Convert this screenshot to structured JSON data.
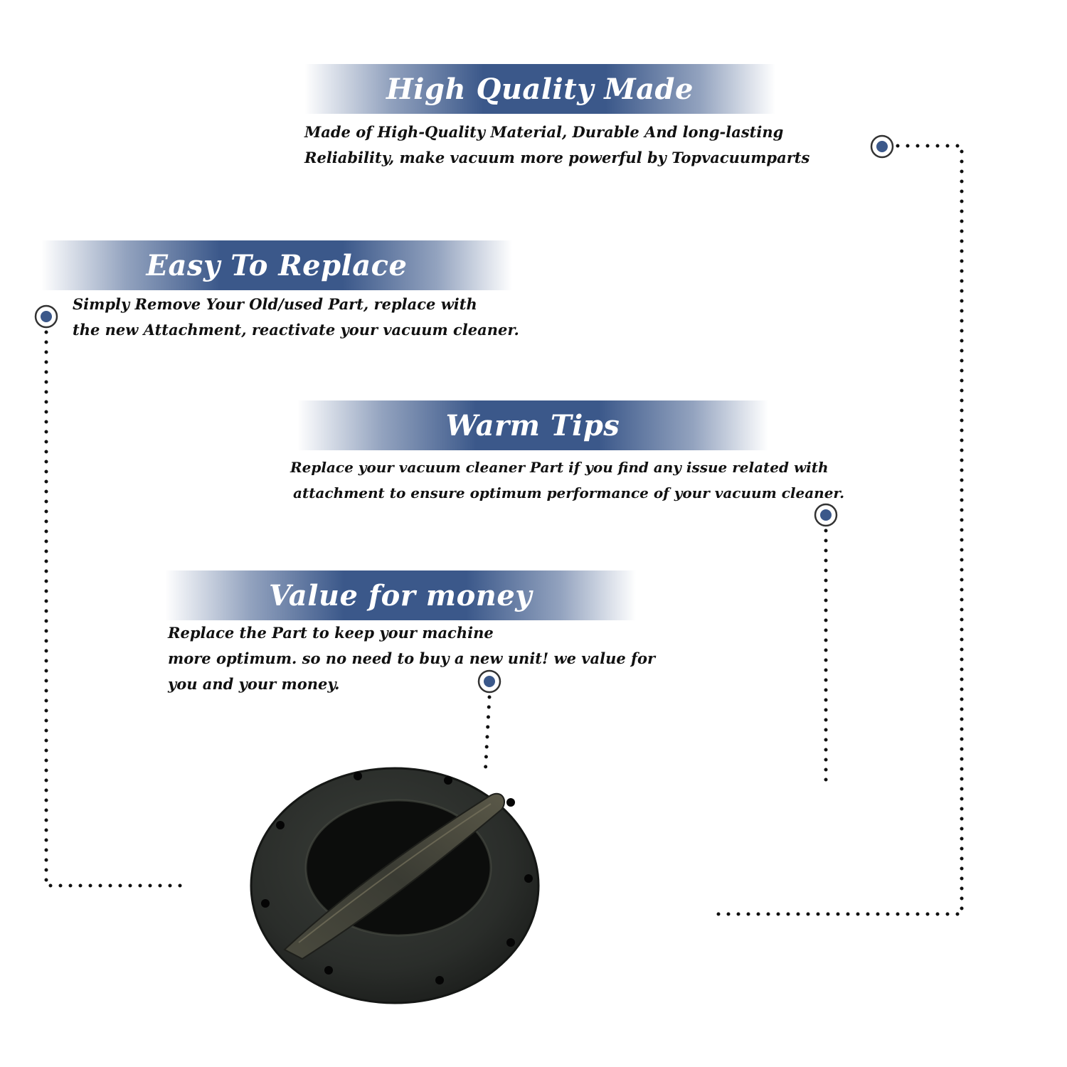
{
  "sections": [
    {
      "title": "High Quality Made",
      "lines": [
        "Made of  High-Quality Material, Durable And long-lasting",
        "Reliability, make vacuum more powerful by Topvacuumparts"
      ]
    },
    {
      "title": "Easy To Replace",
      "lines": [
        "Simply Remove Your Old/used Part, replace with",
        "the new Attachment, reactivate your vacuum cleaner."
      ]
    },
    {
      "title": "Warm Tips",
      "lines": [
        "Replace your vacuum cleaner Part if you find any issue related with",
        "attachment to ensure optimum performance of your vacuum cleaner."
      ]
    },
    {
      "title": "Value for money",
      "lines": [
        "Replace the Part to keep your machine",
        "more optimum. so no need to buy a new unit! we value for",
        "you and your money."
      ]
    }
  ],
  "colors": {
    "accent": "#3b588a",
    "text": "#111111",
    "part": "#2a2d2a"
  },
  "product_image": "vacuum-attachment-cap"
}
